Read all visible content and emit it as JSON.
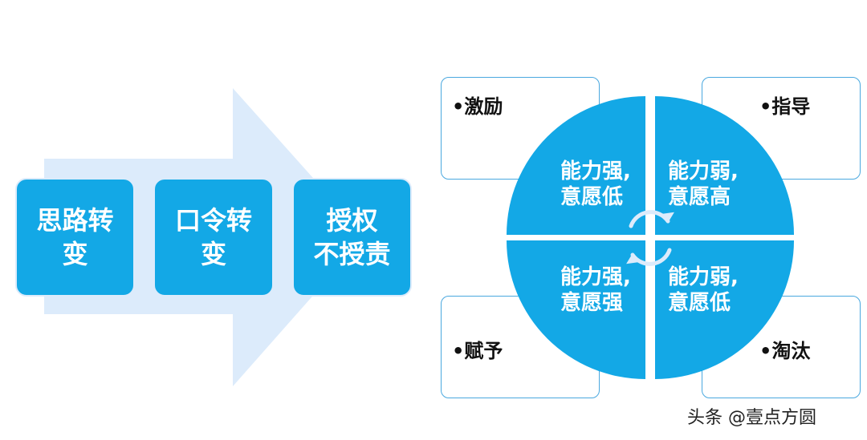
{
  "flow": {
    "steps": [
      {
        "line1": "思路转",
        "line2": "变"
      },
      {
        "line1": "口令转",
        "line2": "变"
      },
      {
        "line1": "授权",
        "line2": "不授责"
      }
    ]
  },
  "matrix": {
    "quadrants": {
      "top_left": {
        "line1": "能力强,",
        "line2": "意愿低"
      },
      "top_right": {
        "line1": "能力弱,",
        "line2": "意愿高"
      },
      "bottom_left": {
        "line1": "能力强,",
        "line2": "意愿强"
      },
      "bottom_right": {
        "line1": "能力弱,",
        "line2": "意愿低"
      }
    },
    "callouts": {
      "top_left": "•激励",
      "top_right": "•指导",
      "bottom_left": "•赋予",
      "bottom_right": "•淘汰"
    }
  },
  "watermark": "头条 @壹点方圆",
  "colors": {
    "accent": "#13a8e6",
    "arrow": "#dcebfb",
    "callout_border": "#4aa8df"
  }
}
